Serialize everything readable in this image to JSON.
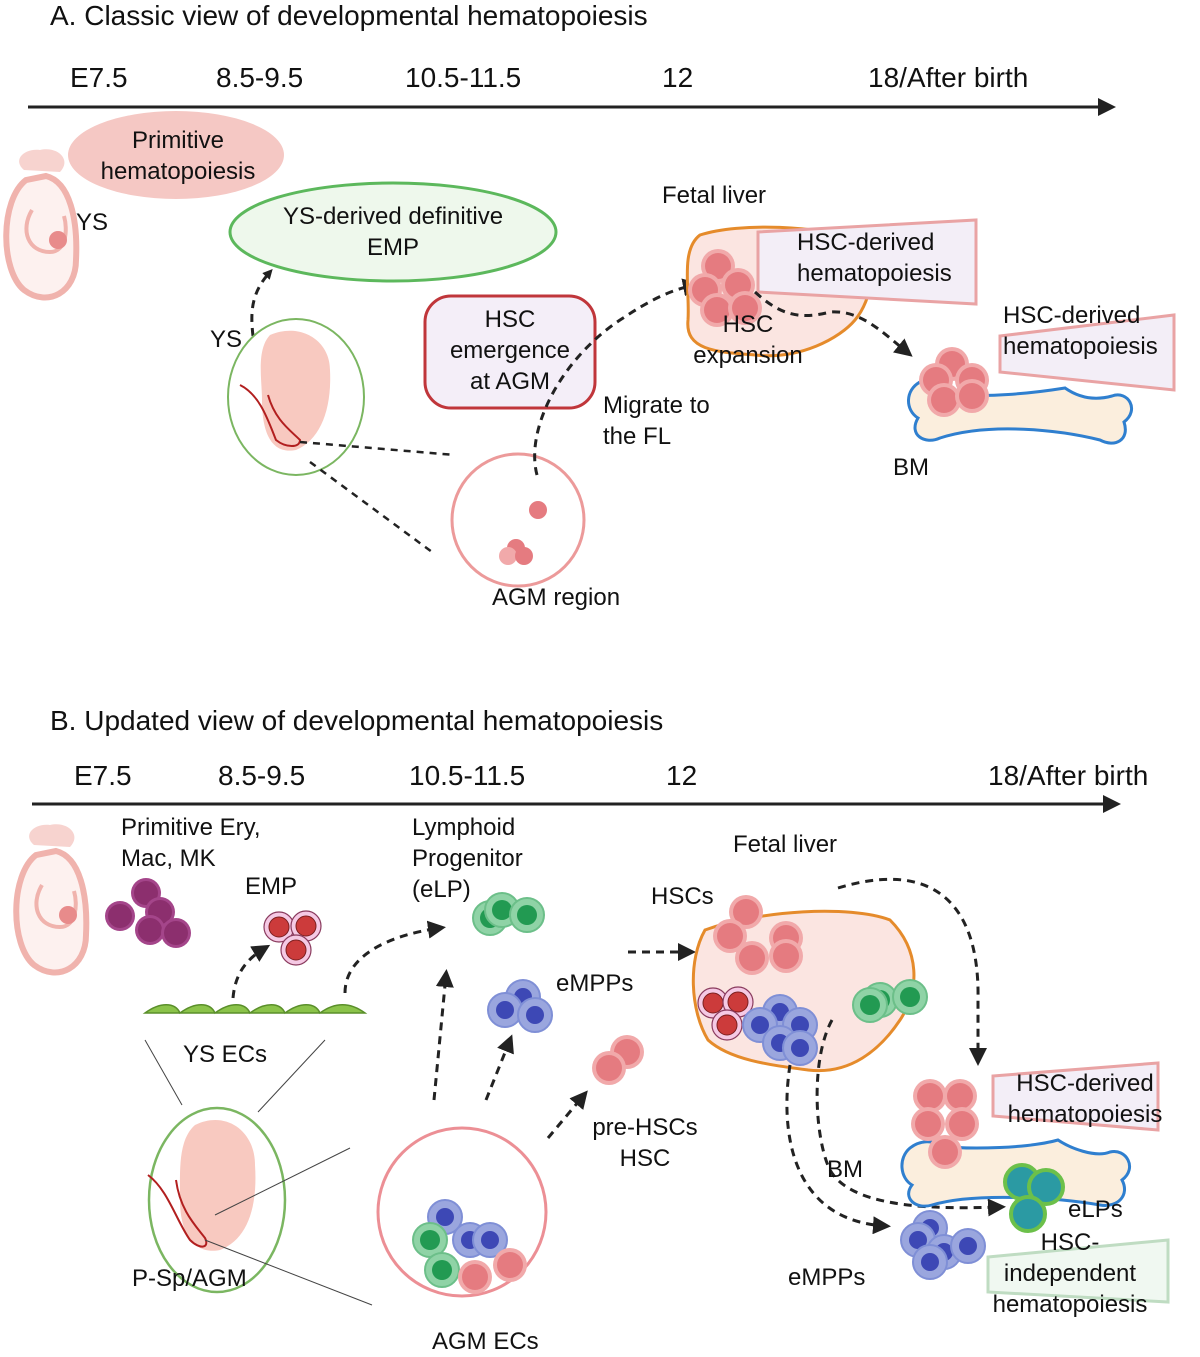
{
  "panelA": {
    "title": "A. Classic view of developmental hematopoiesis",
    "timeline": [
      "E7.5",
      "8.5-9.5",
      "10.5-11.5",
      "12",
      "18/After birth"
    ],
    "primitive": [
      "Primitive",
      "hematopoiesis"
    ],
    "ys_left": "YS",
    "ys_emp": [
      "YS-derived definitive",
      "EMP"
    ],
    "ys_embryo": "YS",
    "hsc_emergence": [
      "HSC",
      "emergence",
      "at AGM"
    ],
    "migrate": [
      "Migrate to",
      "the FL"
    ],
    "agm_region": "AGM region",
    "fetal_liver": "Fetal liver",
    "hsc_expansion": [
      "HSC",
      "expansion"
    ],
    "fl_banner": [
      "HSC-derived",
      "hematopoiesis"
    ],
    "bm_banner": [
      "HSC-derived",
      "hematopoiesis"
    ],
    "bm": "BM"
  },
  "panelB": {
    "title": "B. Updated view of developmental hematopoiesis",
    "timeline": [
      "E7.5",
      "8.5-9.5",
      "10.5-11.5",
      "12",
      "18/After birth"
    ],
    "primitive_cells": [
      "Primitive Ery,",
      "Mac, MK"
    ],
    "emp": "EMP",
    "ys_ecs": "YS ECs",
    "psp_agm": "P-Sp/AGM",
    "lymphoid": [
      "Lymphoid",
      "Progenitor",
      "(eLP)"
    ],
    "empps_mid": "eMPPs",
    "pre_hsc": [
      "pre-HSCs",
      "HSC"
    ],
    "agm_ecs": "AGM ECs",
    "fetal_liver": "Fetal liver",
    "hscs": "HSCs",
    "bm": "BM",
    "hsc_banner": [
      "HSC-derived",
      "hematopoiesis"
    ],
    "elps": "eLPs",
    "empps_bottom": "eMPPs",
    "indep_banner": [
      "HSC-",
      "independent",
      "hematopoiesis"
    ]
  },
  "colors": {
    "hsc": "#e57b80",
    "hsc_rim": "#f1a9aa",
    "liver_fill": "#fbe5e1",
    "liver_edge": "#e58b2b",
    "bone_fill": "#fbeedd",
    "bone_edge": "#2f7fcf",
    "emp_green": "#4caf50",
    "hsc_box": "#c0363b",
    "banner_fill": "#f3eef7",
    "banner_edge": "#e9a3a4",
    "indep_edge": "#bfdcc2",
    "mpp": "#7f8fd6",
    "mpp_nuc": "#3d48b5",
    "elp": "#7cc99a",
    "elp_nuc": "#229a52",
    "primitive": "#8c2f6e",
    "emp_cell": "#cc3b3b"
  }
}
